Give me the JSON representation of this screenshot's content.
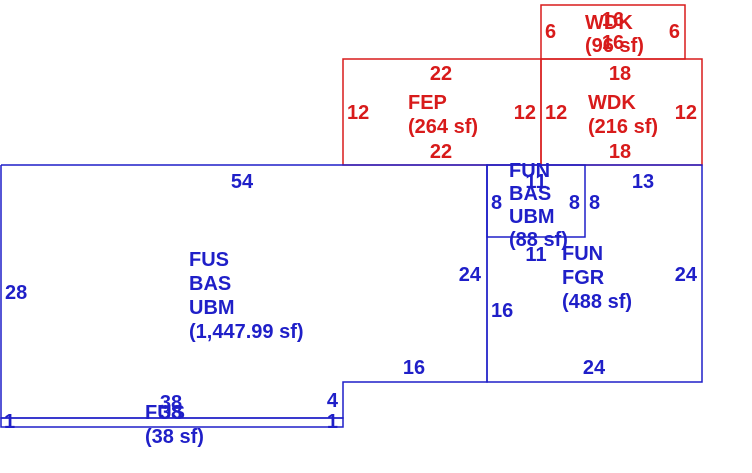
{
  "colors": {
    "blue": "#1f1fc8",
    "red": "#d81b1b"
  },
  "areas": {
    "fus_main": {
      "l1": "FUS",
      "l2": "BAS",
      "l3": "UBM",
      "l4": "(1,447.99 sf)"
    },
    "fun_small": {
      "l1": "FUN",
      "l2": "BAS",
      "l3": "UBM",
      "l4": "(88 sf)"
    },
    "fun_fgr": {
      "l1": "FUN",
      "l2": "FGR",
      "l3": "(488 sf)"
    },
    "fus_strip": {
      "l1": "FUS",
      "l2": "(38 sf)"
    },
    "fep": {
      "l1": "FEP",
      "l2": "(264 sf)"
    },
    "wdk_main": {
      "l1": "WDK",
      "l2": "(216 sf)"
    },
    "wdk_top": {
      "l1": "WDK",
      "l2": "(96 sf)"
    }
  },
  "dims": {
    "fus_top": "54",
    "fus_left": "28",
    "fus_right": "24",
    "fus_step_bottom": "16",
    "fus_step_side": "4",
    "fun_right": "24",
    "fun_top": "13",
    "fun_bottom": "24",
    "fun_left": "16",
    "small_top": "11",
    "small_bottom": "11",
    "small_left": "8",
    "small_right": "8",
    "small_right_outer": "8",
    "fep_top": "22",
    "fep_bottom": "22",
    "fep_left": "12",
    "fep_right": "12",
    "wdk_top": "18",
    "wdk_bottom": "18",
    "wdk_left": "12",
    "wdk_right": "12",
    "wdk2_top": "16",
    "wdk2_bottom": "16",
    "wdk2_left": "6",
    "wdk2_right": "6",
    "strip_top": "38",
    "strip_bottom": "38",
    "strip_left": "1",
    "strip_right": "1"
  }
}
